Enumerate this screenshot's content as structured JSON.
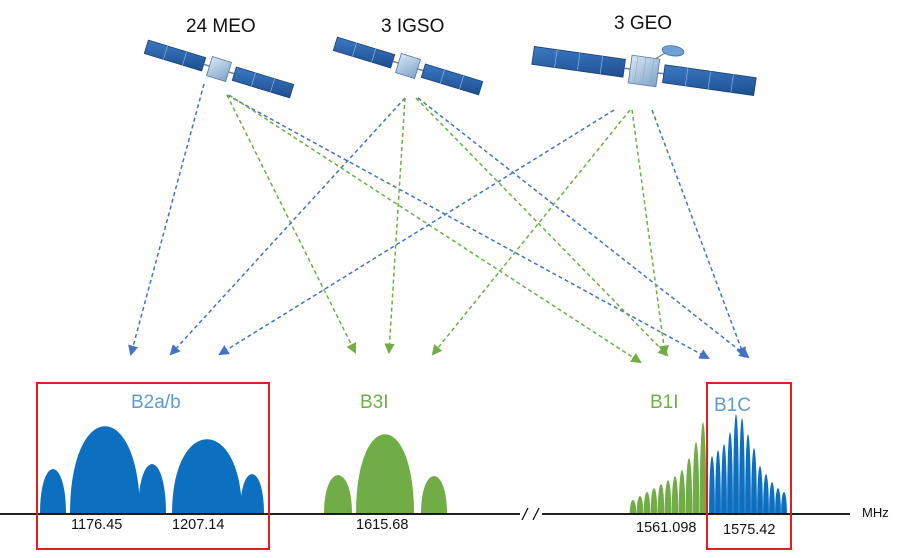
{
  "satellites": [
    {
      "label": "24 MEO",
      "icon": "meo-satellite-icon"
    },
    {
      "label": "3 IGSO",
      "icon": "igso-satellite-icon"
    },
    {
      "label": "3 GEO",
      "icon": "geo-satellite-icon"
    }
  ],
  "bands": {
    "b2": {
      "label": "B2a/b",
      "freqs": [
        "1176.45",
        "1207.14"
      ],
      "color": "#0d6fc0",
      "label_color": "#5b9bd5",
      "highlighted": true
    },
    "b3": {
      "label": "B3I",
      "freqs": [
        "1615.68"
      ],
      "color": "#70ad47",
      "label_color": "#70ad47"
    },
    "b1i": {
      "label": "B1I",
      "freqs": [
        "1561.098"
      ],
      "color": "#70ad47",
      "label_color": "#70ad47"
    },
    "b1c": {
      "label": "B1C",
      "freqs": [
        "1575.42"
      ],
      "color": "#0d6fc0",
      "label_color": "#5b9bd5",
      "highlighted": true
    }
  },
  "axis": {
    "unit": "MHz",
    "break_symbol": "//"
  },
  "colors": {
    "blue_link": "#4472c4",
    "green_link": "#70ad47",
    "highlight_box": "#e02020",
    "axis": "#000000"
  }
}
